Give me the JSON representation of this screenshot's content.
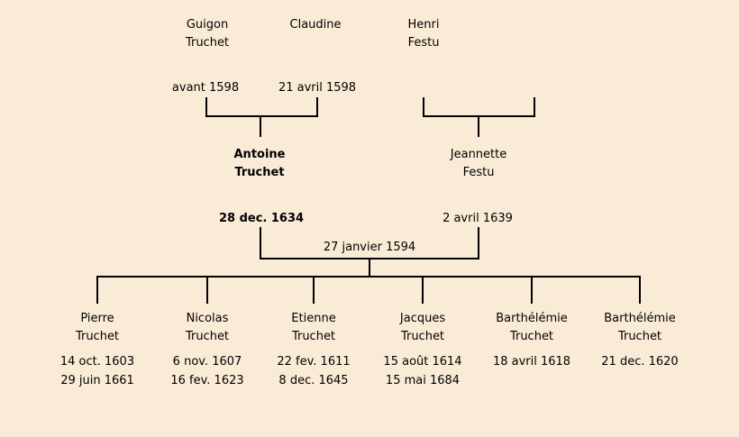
{
  "page": {
    "background": "#faebd7",
    "line_color": "#000000"
  },
  "ancestors": {
    "guigon": {
      "name1": "Guigon",
      "name2": "Truchet"
    },
    "claudine": {
      "name1": "Claudine"
    },
    "henri": {
      "name1": "Henri",
      "name2": "Festu"
    },
    "guigon_date": "avant 1598",
    "claudine_date": "21 avril 1598"
  },
  "parents": {
    "antoine": {
      "name1": "Antoine",
      "name2": "Truchet",
      "date": "28 dec. 1634"
    },
    "jeannette": {
      "name1": "Jeannette",
      "name2": "Festu",
      "date": "2 avril 1639"
    },
    "marriage_date": "27 janvier 1594"
  },
  "children": [
    {
      "name1": "Pierre",
      "name2": "Truchet",
      "date1": "14 oct. 1603",
      "date2": "29 juin 1661"
    },
    {
      "name1": "Nicolas",
      "name2": "Truchet",
      "date1": "6 nov. 1607",
      "date2": "16 fev. 1623"
    },
    {
      "name1": "Etienne",
      "name2": "Truchet",
      "date1": "22 fev. 1611",
      "date2": "8 dec. 1645"
    },
    {
      "name1": "Jacques",
      "name2": "Truchet",
      "date1": "15 août 1614",
      "date2": "15 mai 1684"
    },
    {
      "name1": "Barthélémie",
      "name2": "Truchet",
      "date1": "18 avril 1618"
    },
    {
      "name1": "Barthélémie",
      "name2": "Truchet",
      "date1": "21 dec. 1620"
    }
  ]
}
